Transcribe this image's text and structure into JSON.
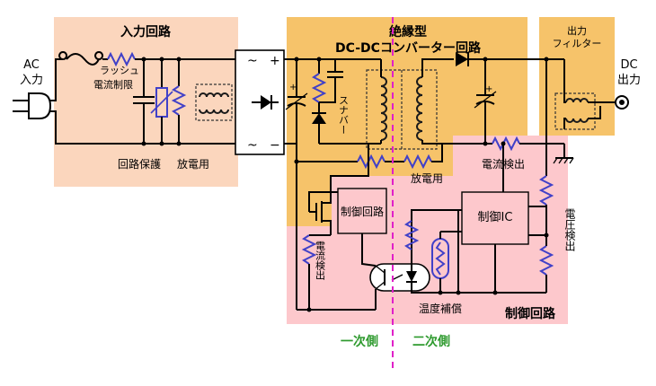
{
  "blocks": {
    "input_circuit": "入力回路",
    "isolated_converter": {
      "line1": "絶縁型",
      "line2": "DC-DCコンバーター回路"
    },
    "output_filter": {
      "line1": "出力",
      "line2": "フィルター"
    },
    "control_circuit": "制御回路"
  },
  "terminals": {
    "ac_input": {
      "line1": "AC",
      "line2": "入力"
    },
    "dc_output": {
      "line1": "DC",
      "line2": "出力"
    }
  },
  "labels": {
    "inrush_limit_1": "ラッシュ",
    "inrush_limit_2": "電流制限",
    "circuit_protection": "回路保護",
    "discharge_input": "放電用",
    "snubber": "スナバー",
    "discharge_converter": "放電用",
    "current_detect_out": "電流検出",
    "current_detect_primary": "電流検出",
    "voltage_detect": "電圧検出",
    "control_box": "制御回路",
    "control_ic": "制御IC",
    "temp_compensation": "温度補償",
    "primary_side": "一次側",
    "secondary_side": "二次側",
    "plus": "+",
    "minus": "−",
    "tilde": "~"
  },
  "colors": {
    "input_region": "#fbd6bd",
    "converter_region": "#f6c36a",
    "control_region": "#fdc8cc",
    "resistor": "#4040c8",
    "isolation_line": "#e020c8",
    "side_label": "#2e9a2e"
  }
}
